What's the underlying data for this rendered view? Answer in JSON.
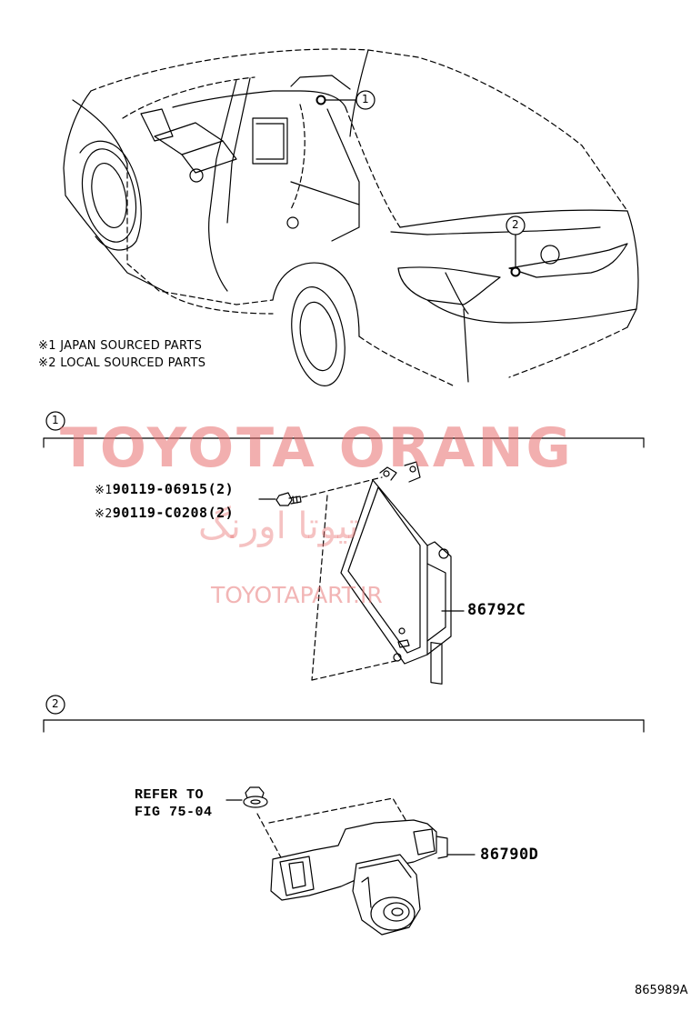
{
  "notes": {
    "japan": "※1 JAPAN SOURCED PARTS",
    "local": "※2 LOCAL SOURCED PARTS"
  },
  "callouts": {
    "c1": "1",
    "c2": "2"
  },
  "section1": {
    "marker": "1",
    "bolt_japan_prefix": "※1",
    "bolt_japan": "90119-06915(2)",
    "bolt_local_prefix": "※2",
    "bolt_local": "90119-C0208(2)",
    "part": "86792C"
  },
  "section2": {
    "marker": "2",
    "refer_line1": "REFER TO",
    "refer_line2": "FIG 75-04",
    "part": "86790D"
  },
  "watermark": {
    "brand": "TOYOTA ORANG",
    "persian": "تیوتا اورنگ",
    "site": "TOYOTAPART.IR"
  },
  "diagram_id": "865989A"
}
